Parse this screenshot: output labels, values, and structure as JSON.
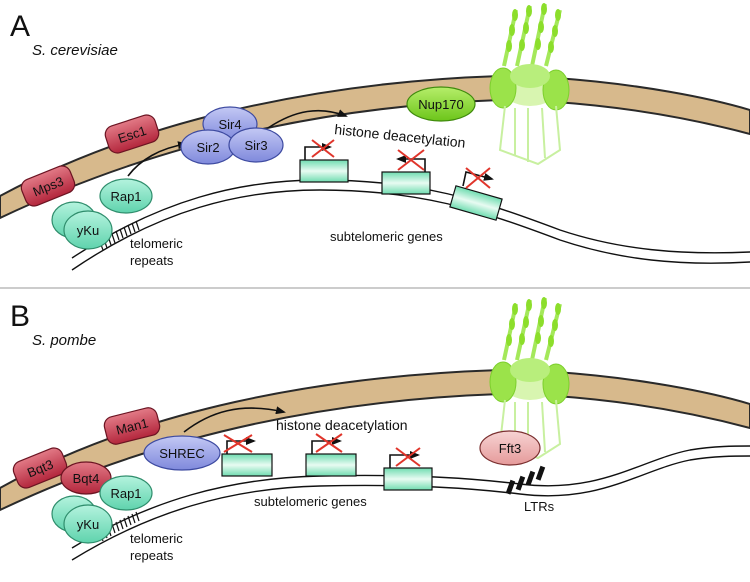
{
  "panel_a": {
    "letter": "A",
    "species": "S. cerevisiae",
    "proteins": {
      "mps3": "Mps3",
      "esc1": "Esc1",
      "rap1": "Rap1",
      "yku": "yKu",
      "sir4": "Sir4",
      "sir2": "Sir2",
      "sir3": "Sir3",
      "nup170": "Nup170"
    },
    "labels": {
      "histone_deacetylation": "histone deacetylation",
      "telomeric_repeats_1": "telomeric",
      "telomeric_repeats_2": "repeats",
      "subtelomeric_genes": "subtelomeric genes"
    }
  },
  "panel_b": {
    "letter": "B",
    "species": "S. pombe",
    "proteins": {
      "man1": "Man1",
      "bqt3": "Bqt3",
      "bqt4": "Bqt4",
      "rap1": "Rap1",
      "yku": "yKu",
      "shrec": "SHREC",
      "fft3": "Fft3"
    },
    "labels": {
      "histone_deacetylation": "histone deacetylation",
      "telomeric_repeats_1": "telomeric",
      "telomeric_repeats_2": "repeats",
      "subtelomeric_genes": "subtelomeric genes",
      "ltrs": "LTRs"
    }
  },
  "colors": {
    "membrane": "#d7b98c",
    "membrane_stroke": "#2a2a2a",
    "red_protein": "#c9354a",
    "green_protein": "#7fe0c0",
    "blue_protein": "#9aa3e8",
    "nup_green": "#8cde2b",
    "pore_green": "#9be34a",
    "pore_light": "#d8f5b0",
    "gene_box": "#b9f0d8",
    "fft3_pink": "#f0b8b8",
    "cross_red": "#e0352b"
  }
}
